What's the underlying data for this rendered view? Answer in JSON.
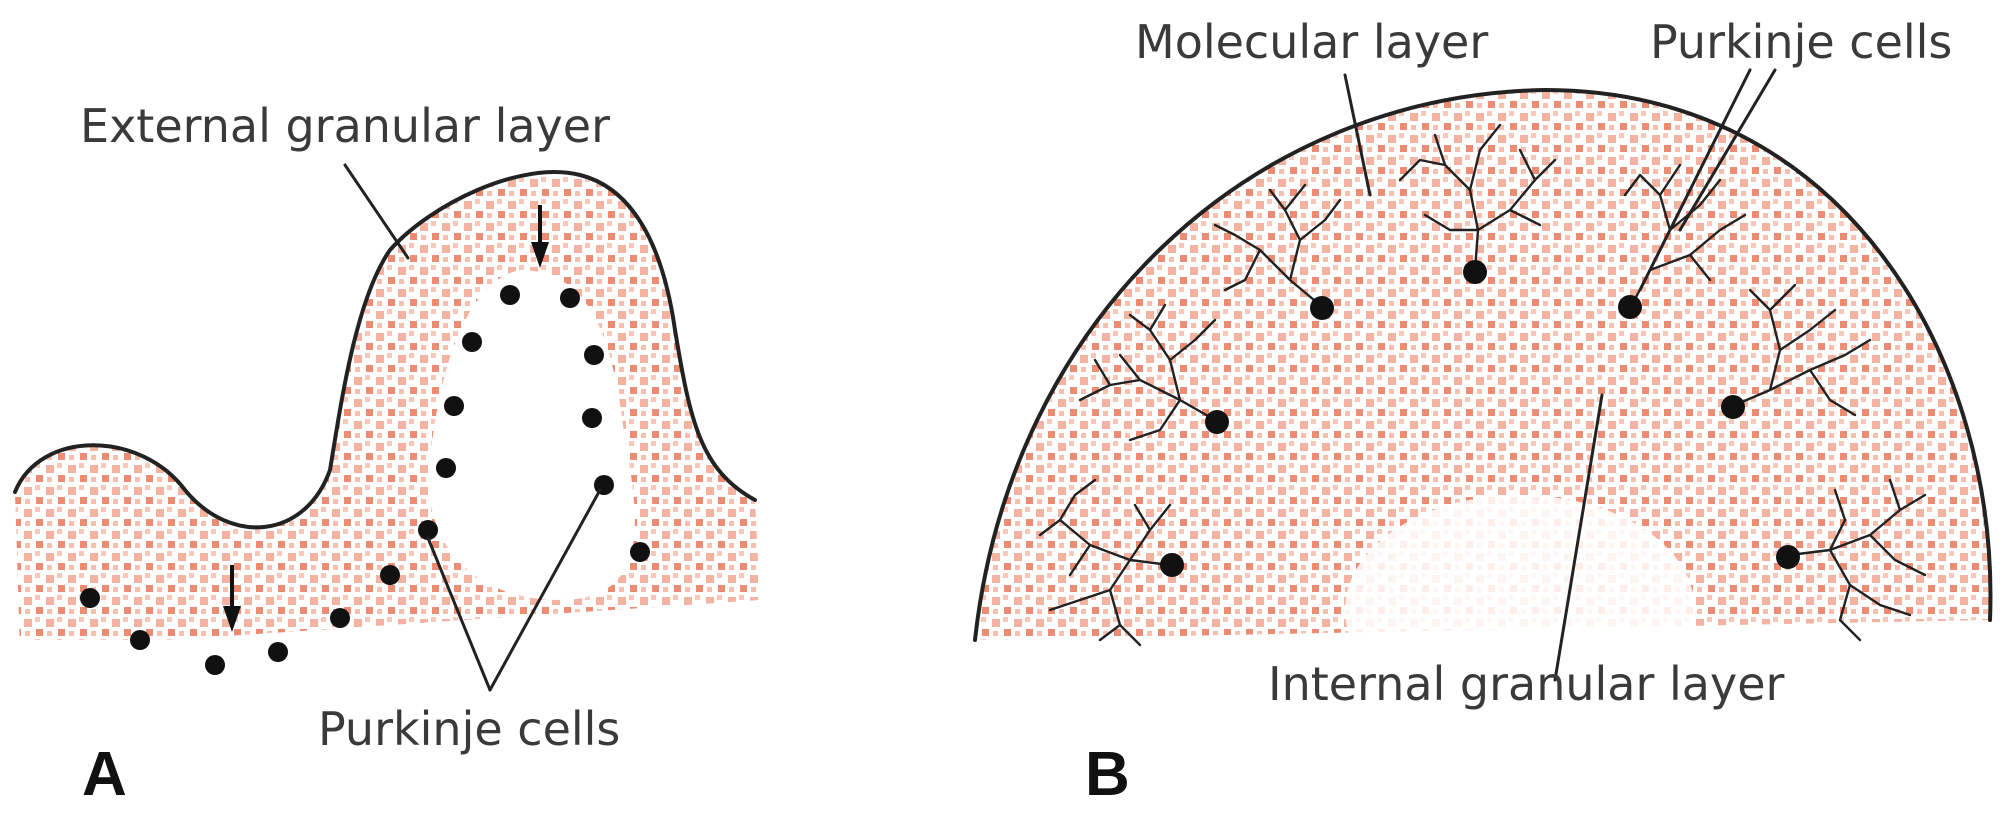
{
  "panel_a": {
    "letter": "A",
    "label_external_granular": "External granular layer",
    "label_purkinje": "Purkinje cells"
  },
  "panel_b": {
    "letter": "B",
    "label_molecular": "Molecular layer",
    "label_purkinje": "Purkinje cells",
    "label_internal_granular": "Internal granular layer"
  },
  "colors": {
    "granule_stipple": "#f2a592",
    "granule_stipple_dark": "#ec8066",
    "line": "#222222",
    "cell_body": "#111111"
  }
}
